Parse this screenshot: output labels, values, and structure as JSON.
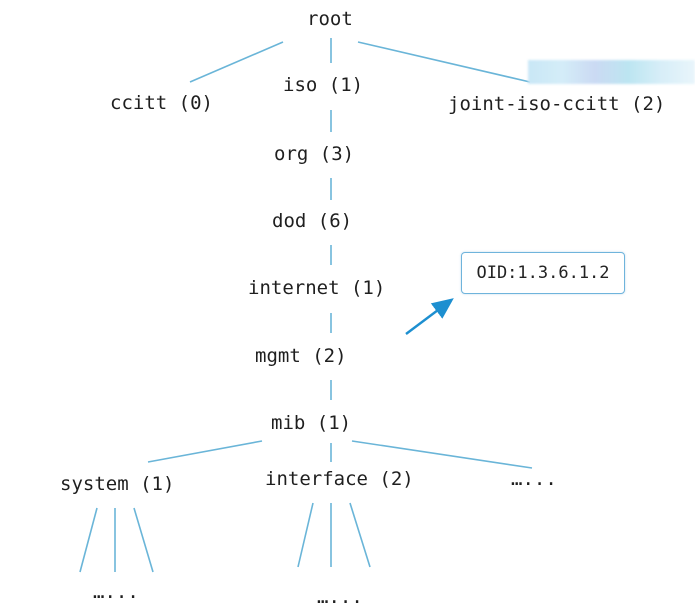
{
  "nodes": {
    "root": "root",
    "ccitt": "ccitt (0)",
    "iso": "iso (1)",
    "joint": "joint-iso-ccitt (2)",
    "org": "org (3)",
    "dod": "dod (6)",
    "internet": "internet (1)",
    "mgmt": "mgmt (2)",
    "mib": "mib (1)",
    "system": "system (1)",
    "interface": "interface (2)",
    "mib_more": "…...",
    "system_more": "…...",
    "interface_more": "…..."
  },
  "callout": {
    "oid": "OID:1.3.6.1.2"
  },
  "colors": {
    "edge": "#6ab5d8",
    "arrow": "#1d8fd0",
    "box_border": "#6fb4dc",
    "text": "#1f1f1f"
  }
}
